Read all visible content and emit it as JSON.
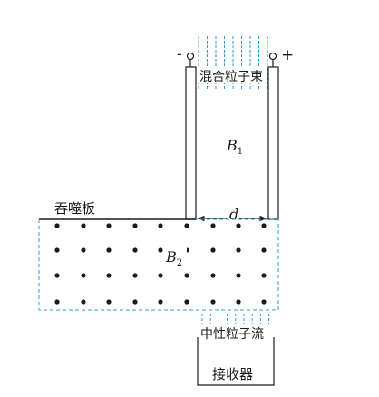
{
  "labels": {
    "beam_in": "混合粒子束",
    "absorber": "吞噬板",
    "field_top": "B",
    "field_top_sub": "1",
    "field_bottom": "B",
    "field_bottom_sub": "2",
    "gap": "d",
    "beam_out": "中性粒子流",
    "receiver": "接收器",
    "minus": "-",
    "plus": "+"
  },
  "colors": {
    "ink": "#1a1a1a",
    "beam": "#2b9bd6"
  }
}
